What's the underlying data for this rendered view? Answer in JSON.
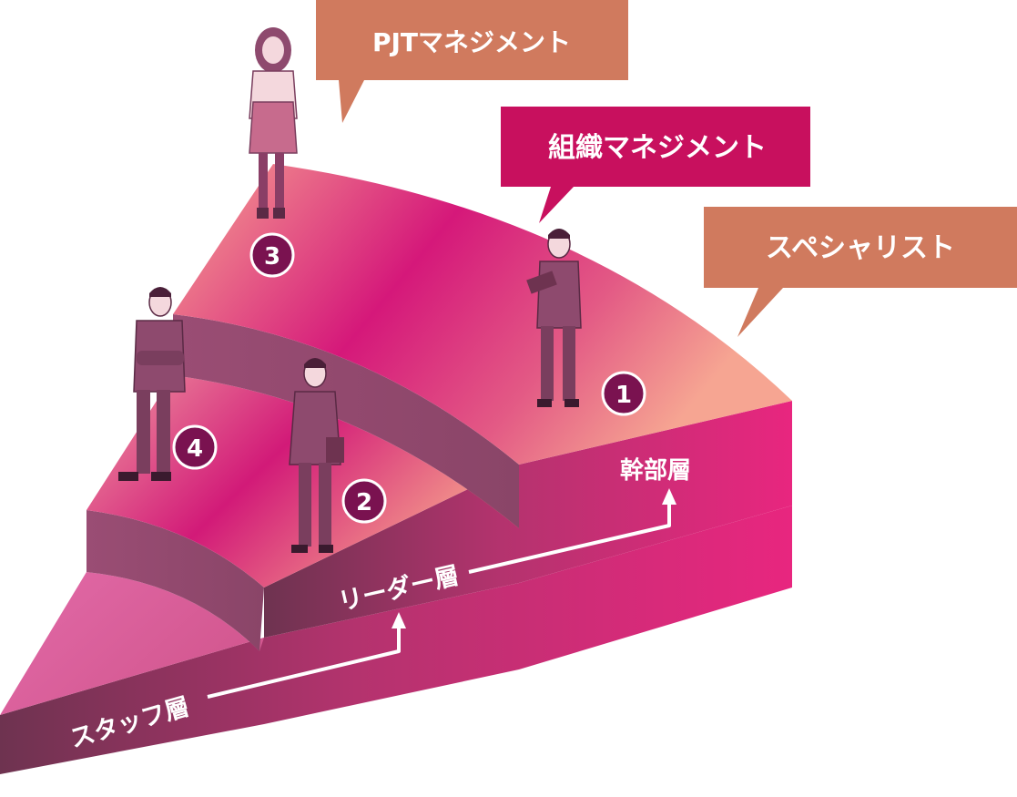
{
  "bubbles": {
    "pjt": "PJTマネジメント",
    "org": "組織マネジメント",
    "specialist": "スペシャリスト"
  },
  "layers": {
    "staff": "スタッフ層",
    "leader": "リーダー層",
    "executive": "幹部層"
  },
  "markers": {
    "one": "1",
    "two": "2",
    "three": "3",
    "four": "4"
  },
  "colors": {
    "bubble_orange": "#d07a5e",
    "bubble_magenta": "#c8105e",
    "marker_purple": "#7a1250",
    "top_peach": "#f6a08e",
    "deep_magenta": "#d81a72",
    "riser_plum": "#8e4a6e"
  },
  "figures": [
    "woman-figure-top",
    "man-tablet-figure",
    "man-folder-figure",
    "man-arms-crossed-figure"
  ]
}
